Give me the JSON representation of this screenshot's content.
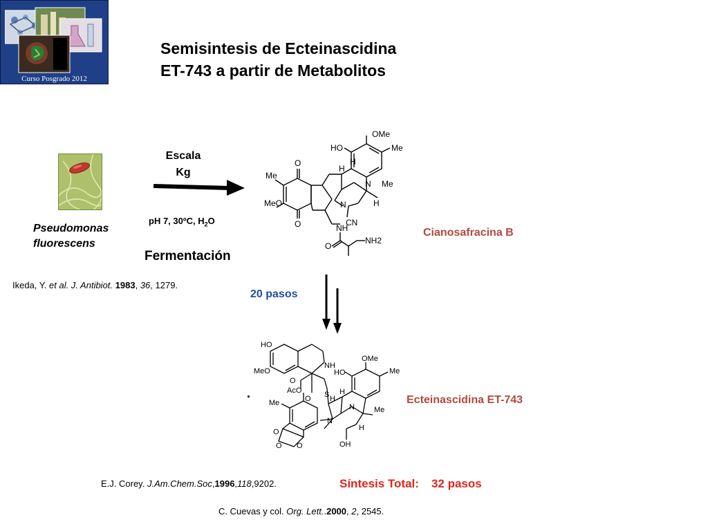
{
  "logo": {
    "caption": "Curso Posgrado 2012"
  },
  "title": {
    "line1": "Semisintesis de Ecteinascidina",
    "line2": "ET-743 a partir de Metabolitos"
  },
  "organism": {
    "line1": "Pseudomonas",
    "line2": "fluorescens"
  },
  "scale": {
    "line1": "Escala",
    "line2": "Kg"
  },
  "conditions": {
    "prefix": "pH 7, 30ºC, H",
    "subscript": "2",
    "suffix": "O"
  },
  "fermentation": "Fermentación",
  "refs": {
    "ikeda": {
      "a": "Ikeda, Y. ",
      "b": "et al. J. Antibiot.",
      "c": " ",
      "d": "1983",
      "e": ", ",
      "f": "36",
      "g": ", 1279."
    },
    "corey": {
      "a": "E.J. Corey. ",
      "b": "J.Am.Chem.Soc",
      "c": ",",
      "d": "1996",
      "e": ",",
      "f": "118",
      "g": ",9202."
    },
    "cuevas": {
      "a": "C. Cuevas y col. ",
      "b": "Org. Lett.",
      "c": ".",
      "d": "2000",
      "e": ", ",
      "f": "2",
      "g": ", 2545."
    }
  },
  "compounds": {
    "top": "Cianosafracina B",
    "bottom": "Ecteinascidina ET-743"
  },
  "steps": "20 pasos",
  "total": {
    "label": "Síntesis Total:",
    "value": "32 pasos"
  },
  "structure_labels": {
    "top": [
      "OMe",
      "HO",
      "Me",
      "H",
      "H",
      "O",
      "Me",
      "N",
      "Me",
      "MeO",
      "N",
      "H",
      "O",
      "CN",
      "NH",
      "O",
      "NH2"
    ],
    "bottom": [
      "HO",
      "MeO",
      "NH",
      "OMe",
      "O",
      "HO",
      "Me",
      "S",
      "H",
      "H",
      "AcO",
      "Me",
      "O",
      "O",
      "N",
      "Me",
      "N",
      "H",
      "O",
      "O",
      "OH"
    ]
  },
  "colors": {
    "accent_red": "#b04a40",
    "total_red": "#e0261c",
    "steps_blue": "#1f4e9e",
    "logo_blue": "#1f3f86"
  }
}
